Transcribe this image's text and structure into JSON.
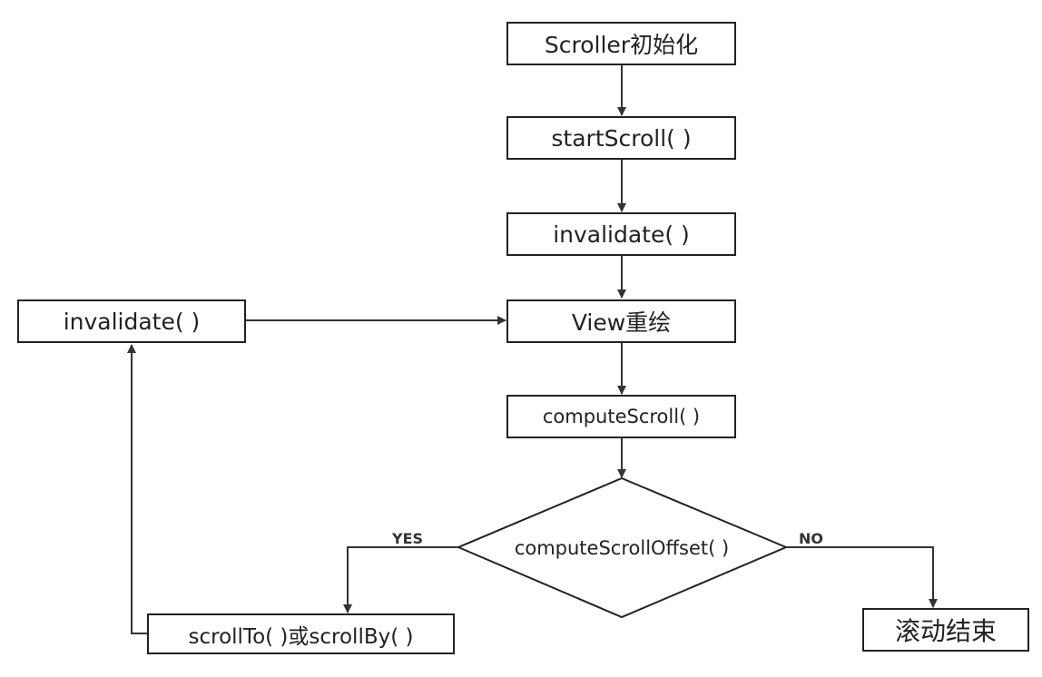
{
  "flowchart": {
    "nodes": {
      "scroller_init": "Scroller初始化",
      "start_scroll": "startScroll( )",
      "invalidate_main": "invalidate( )",
      "view_redraw": "View重绘",
      "compute_scroll": "computeScroll( )",
      "compute_scroll_offset": "computeScrollOffset( )",
      "invalidate_loop": "invalidate( )",
      "scroll_to_by": "scrollTo( )或scrollBy( )",
      "scroll_end": "滚动结束"
    },
    "branches": {
      "yes": "YES",
      "no": "NO"
    }
  }
}
